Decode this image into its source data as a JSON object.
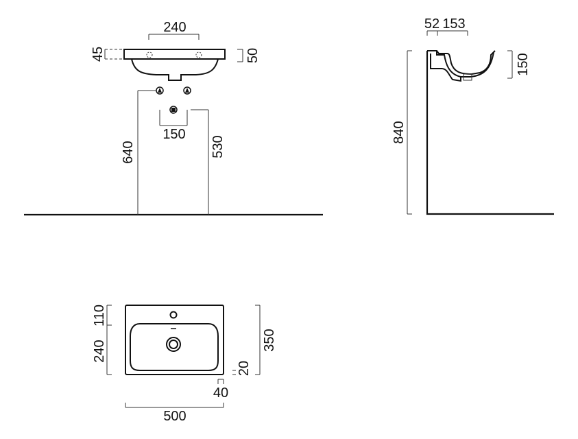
{
  "front_view": {
    "dims": {
      "basin_hole_spacing": "240",
      "rim_thickness": "45",
      "rim_height": "50",
      "water_inlet_spacing": "150",
      "inlet_height": "640",
      "outlet_height": "530"
    }
  },
  "side_view": {
    "dims": {
      "wall_offset": "52",
      "bowl_offset": "153",
      "bowl_depth": "150",
      "top_height": "840"
    }
  },
  "top_view": {
    "dims": {
      "back_ledge": "110",
      "bowl_depth": "240",
      "overall_depth": "350",
      "front_lip": "20",
      "lip_step": "40",
      "overall_width": "500"
    }
  },
  "colors": {
    "line": "#111111",
    "dim_line": "#333333",
    "background": "#ffffff"
  }
}
